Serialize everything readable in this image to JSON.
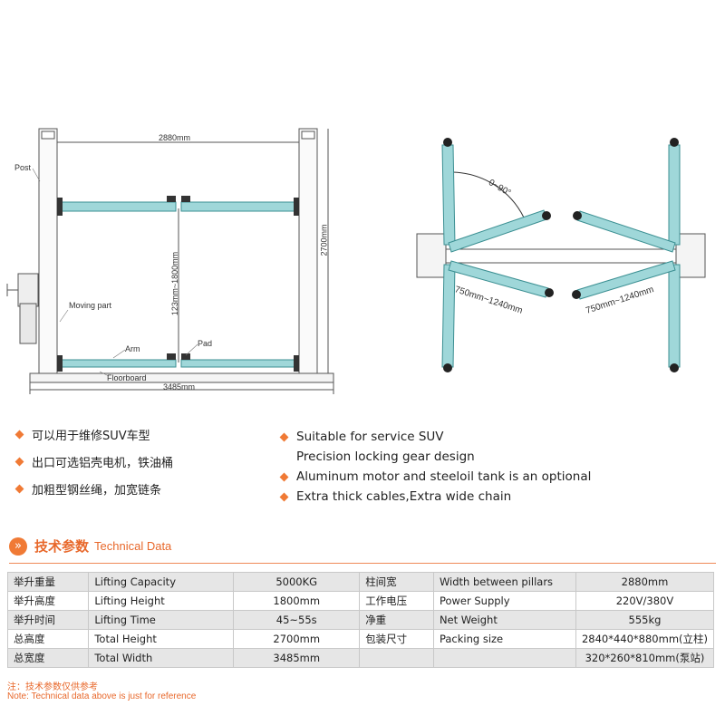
{
  "diagram": {
    "front": {
      "width_label": "2880mm",
      "height_label": "2700mm",
      "range_label": "123mm~1800mm",
      "base_label": "3485mm",
      "post_label": "Post",
      "moving_label": "Moving part",
      "arm_label": "Arm",
      "pad_label": "Pad",
      "floor_label": "Floorboard"
    },
    "top": {
      "angle_label": "0~90°",
      "arm_left_label": "750mm~1240mm",
      "arm_right_label": "750mm~1240mm"
    }
  },
  "features": {
    "cn": [
      "可以用于维修SUV车型",
      "出口可选铝壳电机，铁油桶",
      "加粗型钢丝绳，加宽链条"
    ],
    "en": [
      {
        "text": "Suitable for service SUV",
        "bullet": true
      },
      {
        "text": "Precision locking gear design",
        "bullet": false
      },
      {
        "text": "Aluminum motor and steeloil tank is an optional",
        "bullet": true
      },
      {
        "text": "Extra thick cables,Extra wide chain",
        "bullet": true
      }
    ]
  },
  "section": {
    "icon": "»",
    "title_cn": "技术参数",
    "title_en": "Technical Data"
  },
  "table": [
    [
      "举升重量",
      "Lifting Capacity",
      "5000KG",
      "柱间宽",
      "Width between pillars",
      "2880mm"
    ],
    [
      "举升高度",
      "Lifting Height",
      "1800mm",
      "工作电压",
      "Power Supply",
      "220V/380V"
    ],
    [
      "举升时间",
      "Lifting Time",
      "45~55s",
      "净重",
      "Net Weight",
      "555kg"
    ],
    [
      "总高度",
      "Total Height",
      "2700mm",
      "包装尺寸",
      "Packing size",
      "2840*440*880mm(立柱)"
    ],
    [
      "总宽度",
      "Total Width",
      "3485mm",
      "",
      "",
      "320*260*810mm(泵站)"
    ]
  ],
  "note": {
    "cn": "注：技术参数仅供参考",
    "en": "Note: Technical data above is just for reference"
  },
  "colors": {
    "accent": "#f07a35",
    "lift_arm": "#9fd7d9"
  }
}
